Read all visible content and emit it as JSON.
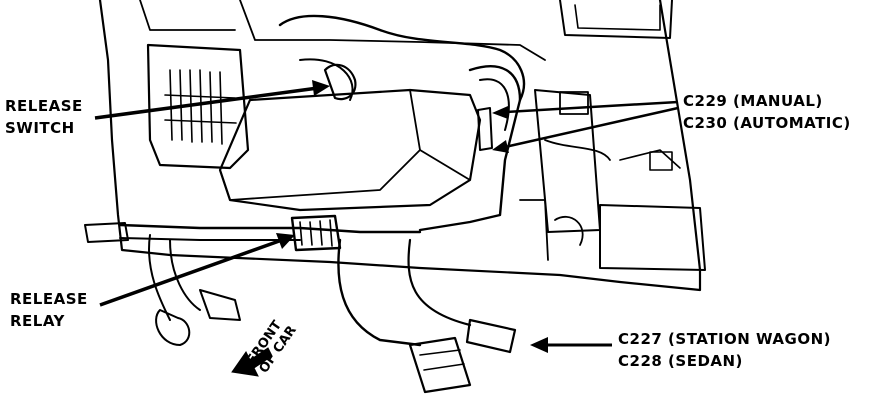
{
  "labels": {
    "release_switch": [
      "RELEASE",
      "SWITCH"
    ],
    "connector_top": [
      "C229 (MANUAL)",
      "C230 (AUTOMATIC)"
    ],
    "release_relay": [
      "RELEASE",
      "RELAY"
    ],
    "connector_bottom": [
      "C227 (STATION WAGON)",
      "C228 (SEDAN)"
    ],
    "front_of_car": [
      "FRONT",
      "OF CAR"
    ]
  },
  "colors": {
    "ink": "#000000",
    "paper": "#ffffff"
  }
}
